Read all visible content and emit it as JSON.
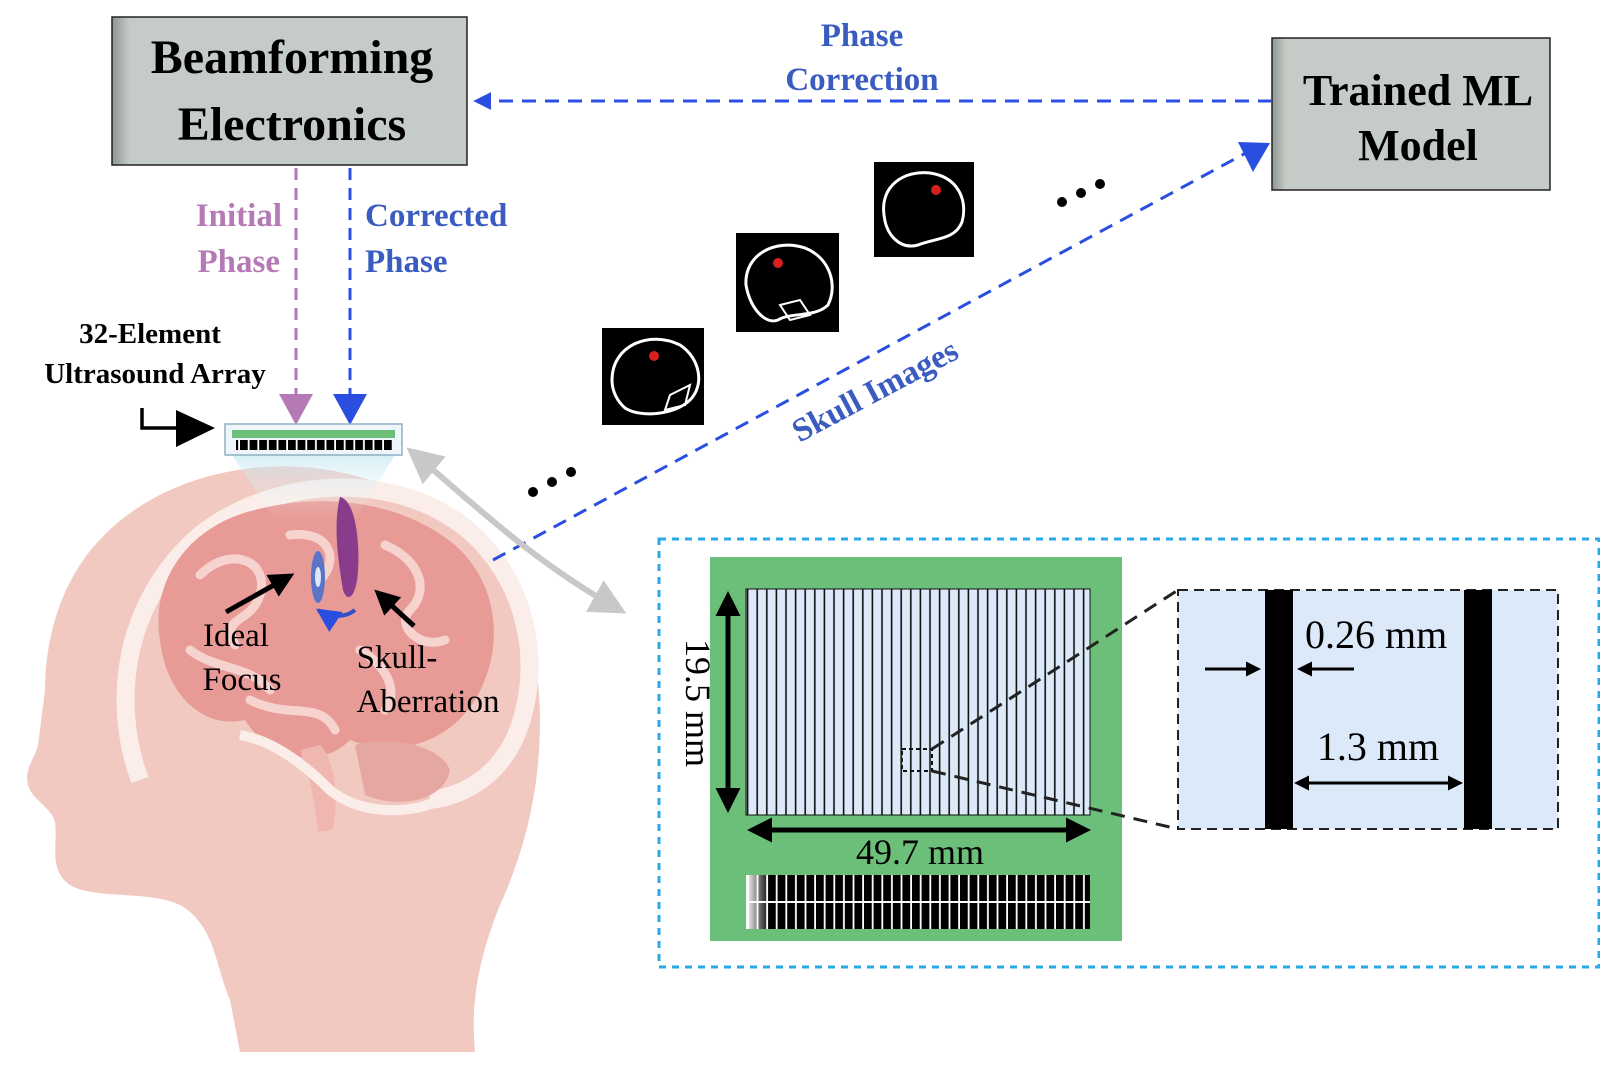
{
  "boxes": {
    "beamforming": {
      "line1": "Beamforming",
      "line2": "Electronics"
    },
    "ml_model": {
      "line1": "Trained ML",
      "line2": "Model"
    }
  },
  "arrows": {
    "phase_correction": {
      "line1": "Phase",
      "line2": "Correction"
    },
    "initial_phase": {
      "line1": "Initial",
      "line2": "Phase"
    },
    "corrected_phase": {
      "line1": "Corrected",
      "line2": "Phase"
    },
    "skull_images": "Skull Images"
  },
  "array": {
    "line1": "32-Element",
    "line2": "Ultrasound Array"
  },
  "brain": {
    "ideal_focus": {
      "line1": "Ideal",
      "line2": "Focus"
    },
    "skull_aberration": {
      "line1": "Skull-",
      "line2": "Aberration"
    }
  },
  "dimensions": {
    "height": "19.5 mm",
    "width": "49.7 mm",
    "element_width": "0.26 mm",
    "pitch": "1.3 mm"
  },
  "ellipsis": "...",
  "colors": {
    "box_fill": "#c5cbc6",
    "purple": "#b57ab5",
    "blue": "#3a5bbf",
    "array_green": "#6cbf78",
    "detail_blue": "#dce9f8",
    "inset_border": "#29a9e6",
    "skin": "#f2c9c0",
    "brain": "#e79a96"
  }
}
